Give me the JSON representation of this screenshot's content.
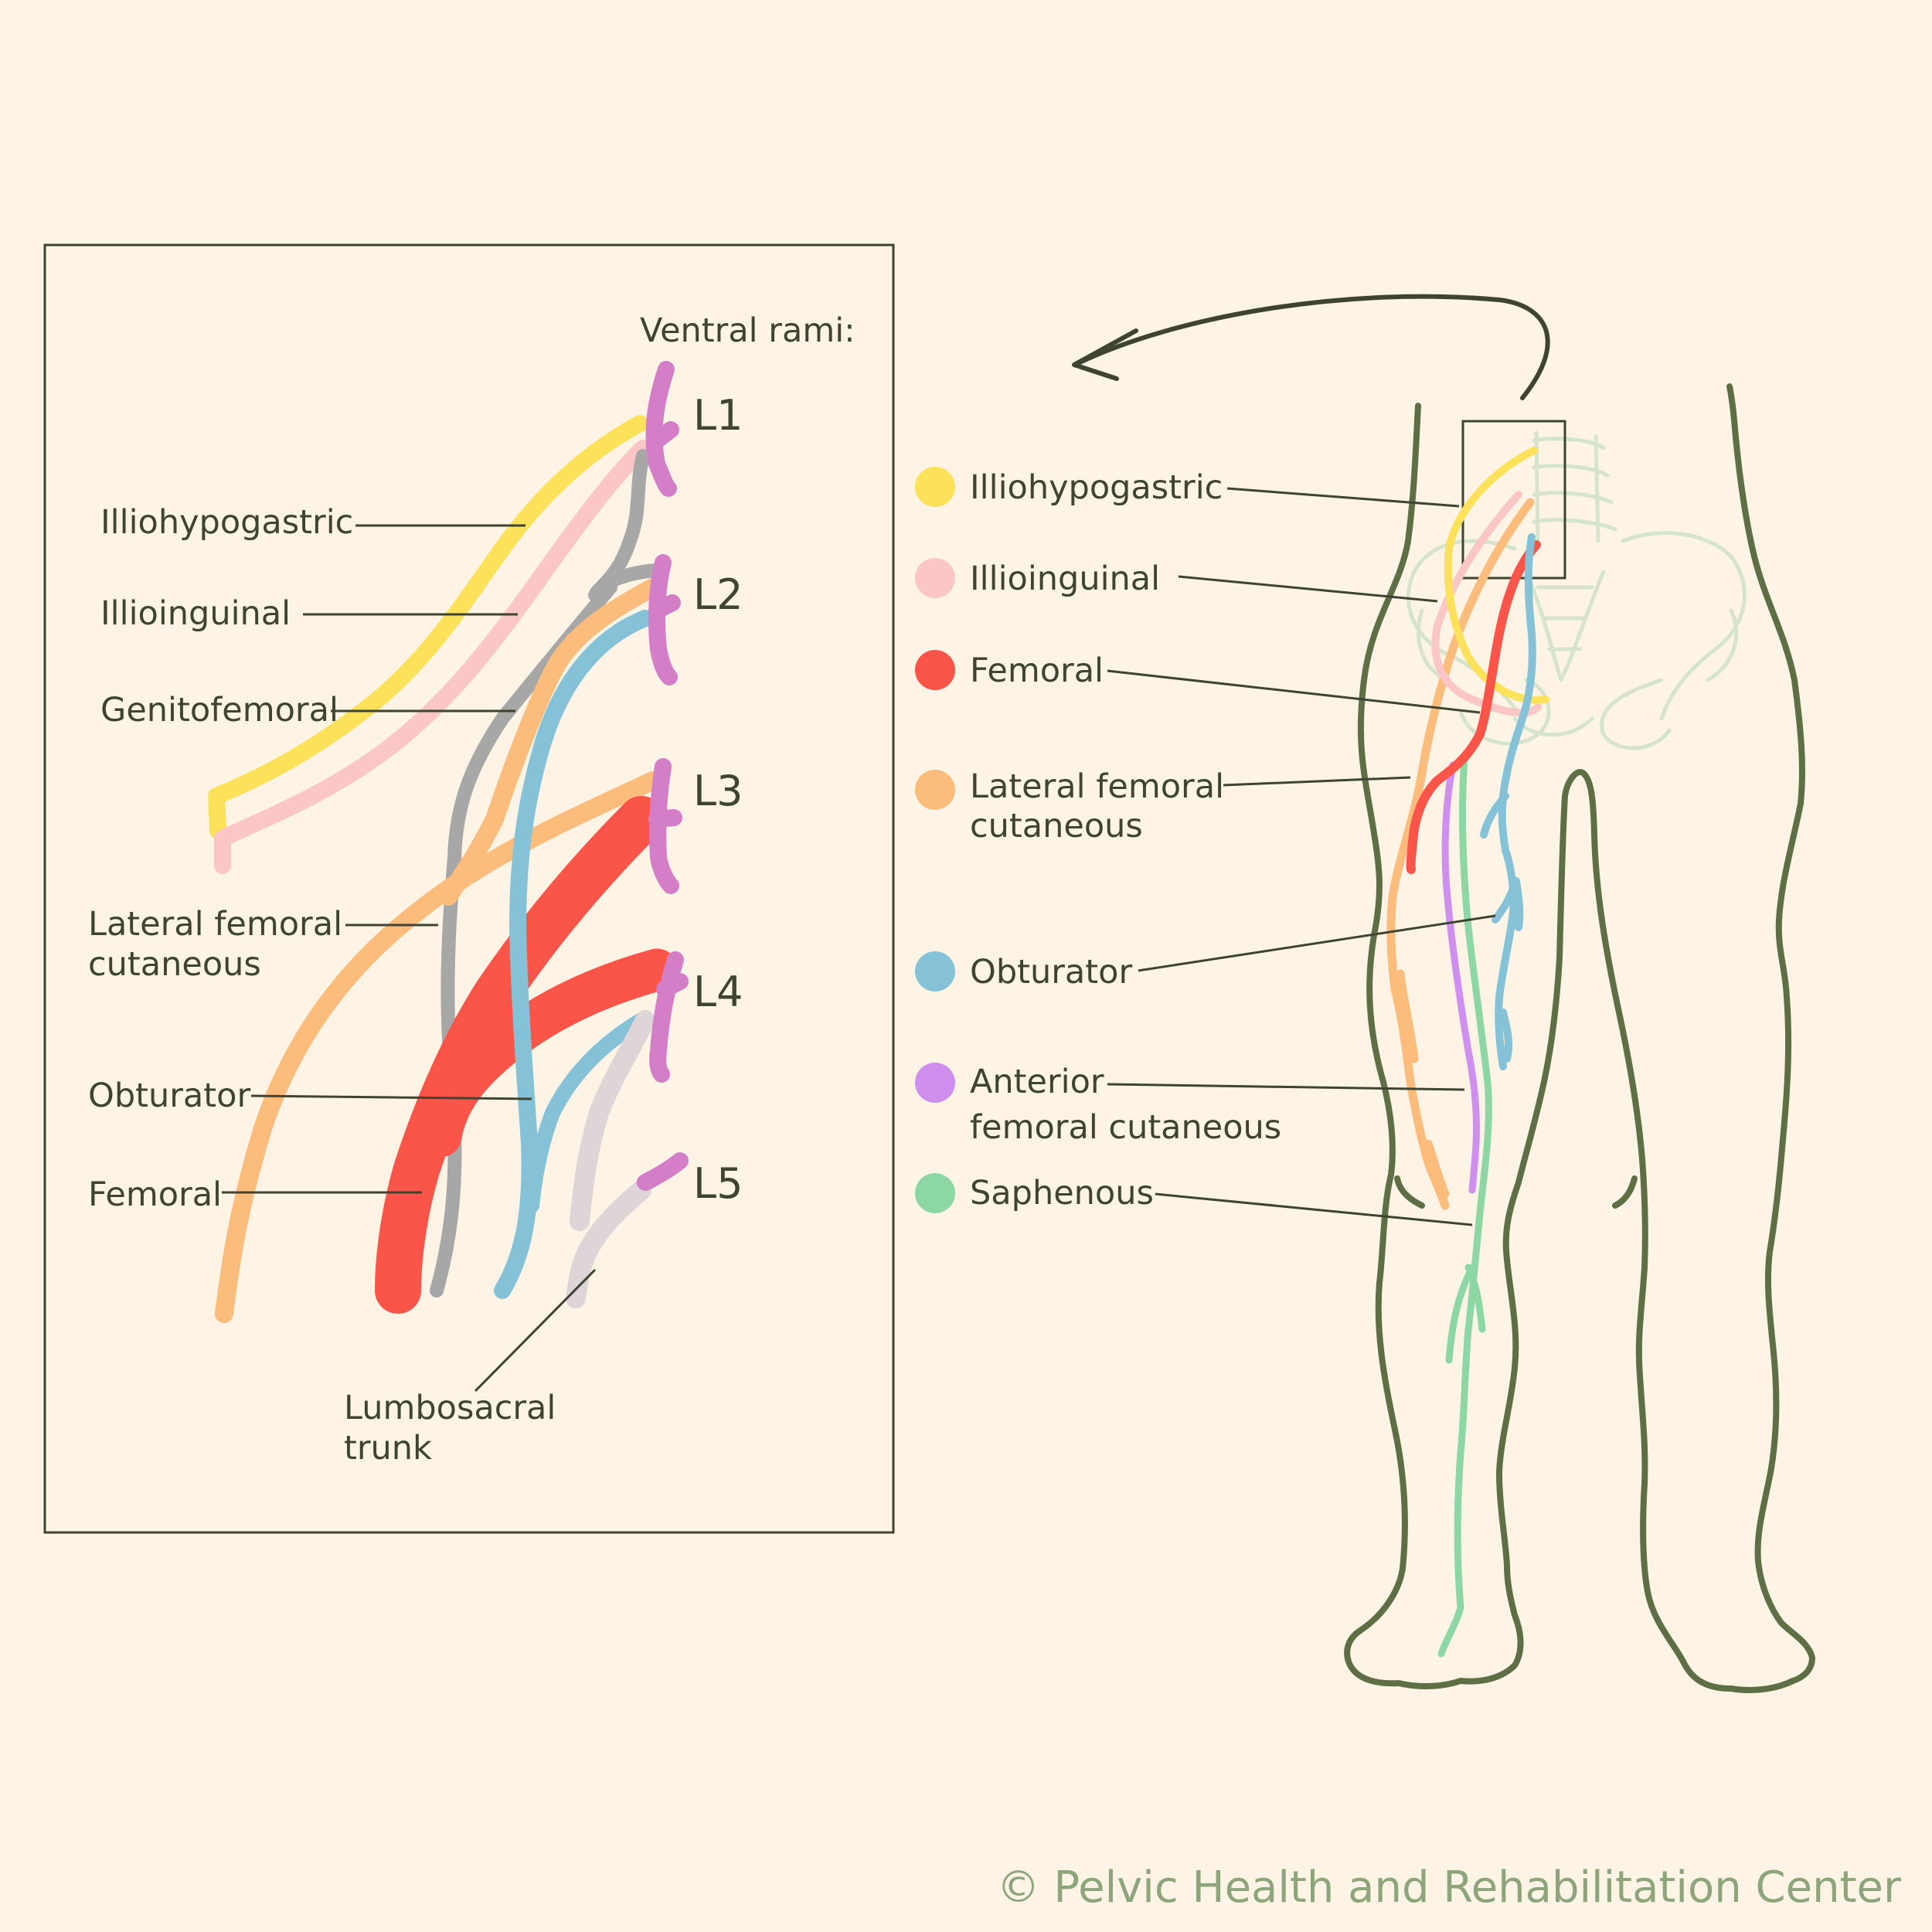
{
  "colors": {
    "background": "#fdf4e6",
    "outline": "#5e6f45",
    "text": "#3e4431",
    "root": "#d57ec8",
    "illiohypogastric": "#fce25a",
    "illioinguinal": "#fbc6c6",
    "genitofemoral": "#a7a7a7",
    "lateral_femoral_cutaneous": "#fcbc7c",
    "femoral": "#fb554a",
    "obturator": "#85c2d8",
    "lumbosacral_trunk": "#ddd5d8",
    "anterior_femoral_cutaneous": "#cf8fef",
    "saphenous": "#8dd7a4",
    "footer": "#8ea47a"
  },
  "inset": {
    "heading": "Ventral rami:",
    "levels": [
      "L1",
      "L2",
      "L3",
      "L4",
      "L5"
    ],
    "labels": {
      "illiohypogastric": "Illiohypogastric",
      "illioinguinal": "Illioinguinal",
      "genitofemoral": "Genitofemoral",
      "lateral_femoral_cutaneous_1": "Lateral femoral",
      "lateral_femoral_cutaneous_2": "cutaneous",
      "obturator": "Obturator",
      "femoral": "Femoral",
      "lumbosacral_trunk_1": "Lumbosacral",
      "lumbosacral_trunk_2": "trunk"
    }
  },
  "legend": [
    {
      "key": "illiohypogastric",
      "line1": "Illiohypogastric",
      "line2": "",
      "color": "#fce25a"
    },
    {
      "key": "illioinguinal",
      "line1": "Illioinguinal",
      "line2": "",
      "color": "#fbc6c6"
    },
    {
      "key": "femoral",
      "line1": "Femoral",
      "line2": "",
      "color": "#fb554a"
    },
    {
      "key": "lateral-femoral-cutaneous",
      "line1": "Lateral femoral",
      "line2": "cutaneous",
      "color": "#fcbc7c"
    },
    {
      "key": "obturator",
      "line1": "Obturator",
      "line2": "",
      "color": "#85c2d8"
    },
    {
      "key": "anterior-femoral-cutaneous",
      "line1": "Anterior",
      "line2": "femoral cutaneous",
      "color": "#cf8fef"
    },
    {
      "key": "saphenous",
      "line1": "Saphenous",
      "line2": "",
      "color": "#8dd7a4"
    }
  ],
  "footer": "© Pelvic Health and Rehabilitation Center"
}
